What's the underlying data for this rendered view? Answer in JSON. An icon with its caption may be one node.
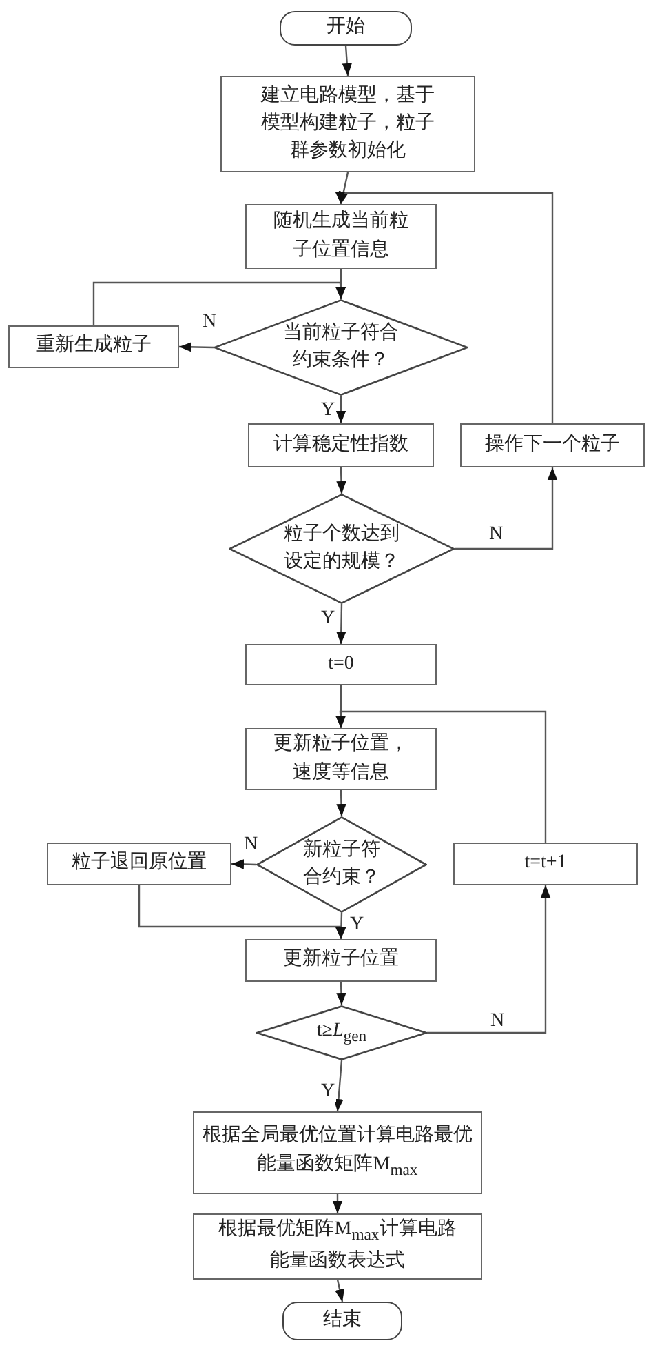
{
  "diagram": {
    "nodes": [
      {
        "text": [
          "开始"
        ]
      },
      {
        "text": [
          "建立电路模型，基于模型构建粒子，粒子群参数初始化"
        ]
      },
      {
        "text": [
          "随机生成当前粒子位置信息"
        ]
      },
      {
        "text": [
          "当前粒子符合约束条件？"
        ]
      },
      {
        "text": [
          "重新生成粒子"
        ]
      },
      {
        "text": [
          "计算稳定性指数"
        ]
      },
      {
        "text": [
          "操作下一个粒子"
        ]
      },
      {
        "text": [
          "粒子个数达到设定的规模？"
        ]
      },
      {
        "text": [
          "t=0"
        ]
      },
      {
        "text": [
          "更新粒子位置，速度等信息"
        ]
      },
      {
        "text": [
          "新粒子符合约束？"
        ]
      },
      {
        "text": [
          "粒子退回原位置"
        ]
      },
      {
        "text": [
          "t=t+1"
        ]
      },
      {
        "text": [
          "更新粒子位置"
        ]
      },
      {
        "text": [
          "t≥*L*$_{gen}$"
        ]
      },
      {
        "text": [
          "根据全局最优位置计算电路最优能量函数矩阵M$_{max}$"
        ]
      },
      {
        "text": [
          "根据最优矩阵M$_{max}$计算电路能量函数表达式"
        ]
      },
      {
        "text": [
          "结束"
        ]
      }
    ],
    "edges": [
      {
        "from": 0,
        "to": 1,
        "arrow": "to"
      },
      {
        "from": 1,
        "to": 2,
        "arrow": "to"
      },
      {
        "from": 2,
        "to": 3,
        "arrow": "to"
      },
      {
        "from": 3,
        "to": 4,
        "arrow": "to",
        "label": "N"
      },
      {
        "from": 4,
        "to": 3,
        "arrow": "to"
      },
      {
        "from": 3,
        "to": 5,
        "arrow": "to",
        "label": "Y"
      },
      {
        "from": 5,
        "to": 7,
        "arrow": "to"
      },
      {
        "from": 7,
        "to": 6,
        "arrow": "to",
        "label": "N"
      },
      {
        "from": 6,
        "to": 2,
        "arrow": "to"
      },
      {
        "from": 7,
        "to": 8,
        "arrow": "to",
        "label": "Y"
      },
      {
        "from": 8,
        "to": 9,
        "arrow": "to"
      },
      {
        "from": 9,
        "to": 10,
        "arrow": "to"
      },
      {
        "from": 10,
        "to": 11,
        "arrow": "to",
        "label": "N"
      },
      {
        "from": 11,
        "to": 13,
        "arrow": "to"
      },
      {
        "from": 10,
        "to": 13,
        "arrow": "to",
        "label": "Y"
      },
      {
        "from": 13,
        "to": 14,
        "arrow": "to"
      },
      {
        "from": 14,
        "to": 12,
        "arrow": "to",
        "label": "N"
      },
      {
        "from": 12,
        "to": 9,
        "arrow": "to"
      },
      {
        "from": 14,
        "to": 15,
        "arrow": "to",
        "label": "Y"
      },
      {
        "from": 15,
        "to": 16,
        "arrow": "to"
      },
      {
        "from": 16,
        "to": 17,
        "arrow": "to"
      }
    ]
  }
}
